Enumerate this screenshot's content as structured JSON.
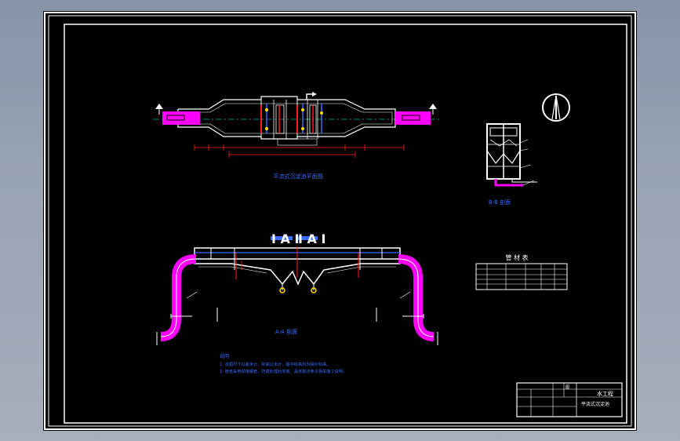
{
  "drawing": {
    "plan_title": "平流式沉淀池平面图",
    "section_aa_label": "A-A 剖面",
    "section_bb_label": "B-B 剖面",
    "table_title": "管 材 表",
    "notes_heading": "说明",
    "note_1": "1. 本图尺寸以毫米计，标高以米计，图中标高均为相对标高。",
    "note_2": "2. 管道采用焊接钢管，防腐处理后安装，具体做法参见相关施工说明。",
    "title_block": {
      "project": "水工程",
      "drawing_name": "平流式沉淀池",
      "sheet": "图"
    },
    "colors": {
      "pipe": "#ff00ff",
      "structure": "#ffffff",
      "dimension": "#ff2020",
      "axis": "#00ffff",
      "annotation": "#3a6bff",
      "node": "#ffe000"
    }
  }
}
